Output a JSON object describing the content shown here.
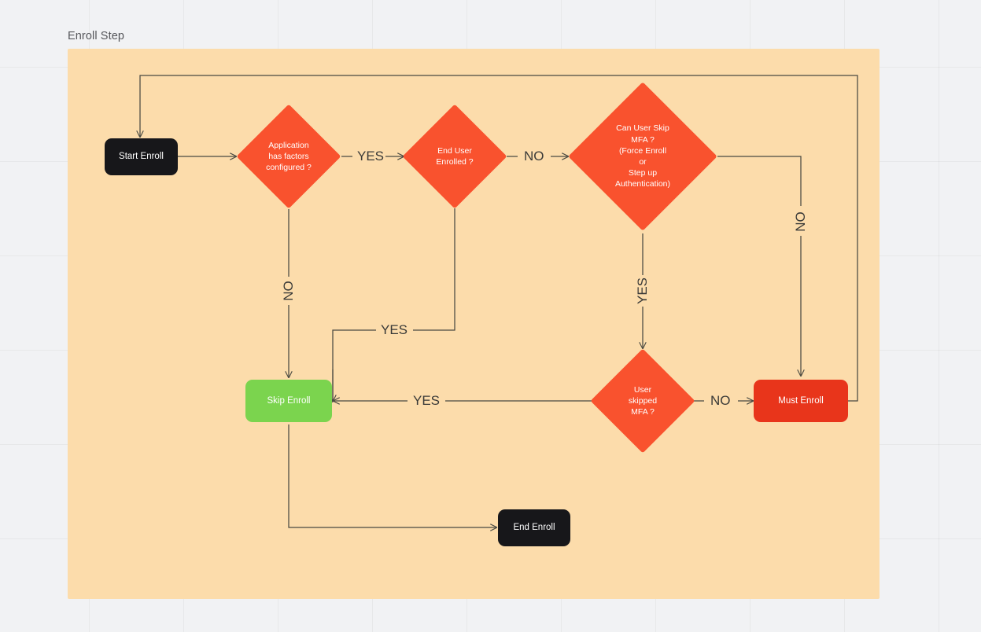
{
  "page": {
    "title": "Enroll Step",
    "canvas_bg": "#f1f2f4",
    "frame_bg": "#fcdcab",
    "edge_color": "#4a4a42"
  },
  "palette": {
    "terminal": "#17171a",
    "decision": "#f9522e",
    "success": "#7bd44e",
    "must": "#e8351b",
    "text_on_node": "#ffffff",
    "label_text": "#3a3a38",
    "title_text": "#55565a"
  },
  "nodes": [
    {
      "id": "start-enroll",
      "kind": "terminal",
      "label": "Start Enroll"
    },
    {
      "id": "application-has-factors-configured",
      "kind": "decision",
      "label": "Application\nhas factors\nconfigured ?"
    },
    {
      "id": "end-user-enrolled",
      "kind": "decision",
      "label": "End User\nEnrolled ?"
    },
    {
      "id": "can-user-skip-mfa",
      "kind": "decision",
      "label": "Can User Skip\nMFA ?\n(Force Enroll\nor\nStep up\nAuthentication)"
    },
    {
      "id": "user-skipped-mfa",
      "kind": "decision",
      "label": "User\nskipped\nMFA ?"
    },
    {
      "id": "skip-enroll",
      "kind": "success",
      "label": "Skip Enroll"
    },
    {
      "id": "must-enroll",
      "kind": "must",
      "label": "Must Enroll"
    },
    {
      "id": "end-enroll",
      "kind": "terminal",
      "label": "End Enroll"
    }
  ],
  "edge_labels": [
    {
      "id": "yes-app-factors",
      "text": "YES",
      "orientation": "horizontal"
    },
    {
      "id": "no-app-factors",
      "text": "NO",
      "orientation": "vertical"
    },
    {
      "id": "no-end-user-enrolled",
      "text": "NO",
      "orientation": "horizontal"
    },
    {
      "id": "yes-end-user-enrolled",
      "text": "YES",
      "orientation": "horizontal"
    },
    {
      "id": "yes-can-skip-mfa",
      "text": "YES",
      "orientation": "vertical"
    },
    {
      "id": "no-can-skip-mfa",
      "text": "NO",
      "orientation": "vertical"
    },
    {
      "id": "yes-user-skipped",
      "text": "YES",
      "orientation": "horizontal"
    },
    {
      "id": "no-user-skipped",
      "text": "NO",
      "orientation": "horizontal"
    }
  ]
}
